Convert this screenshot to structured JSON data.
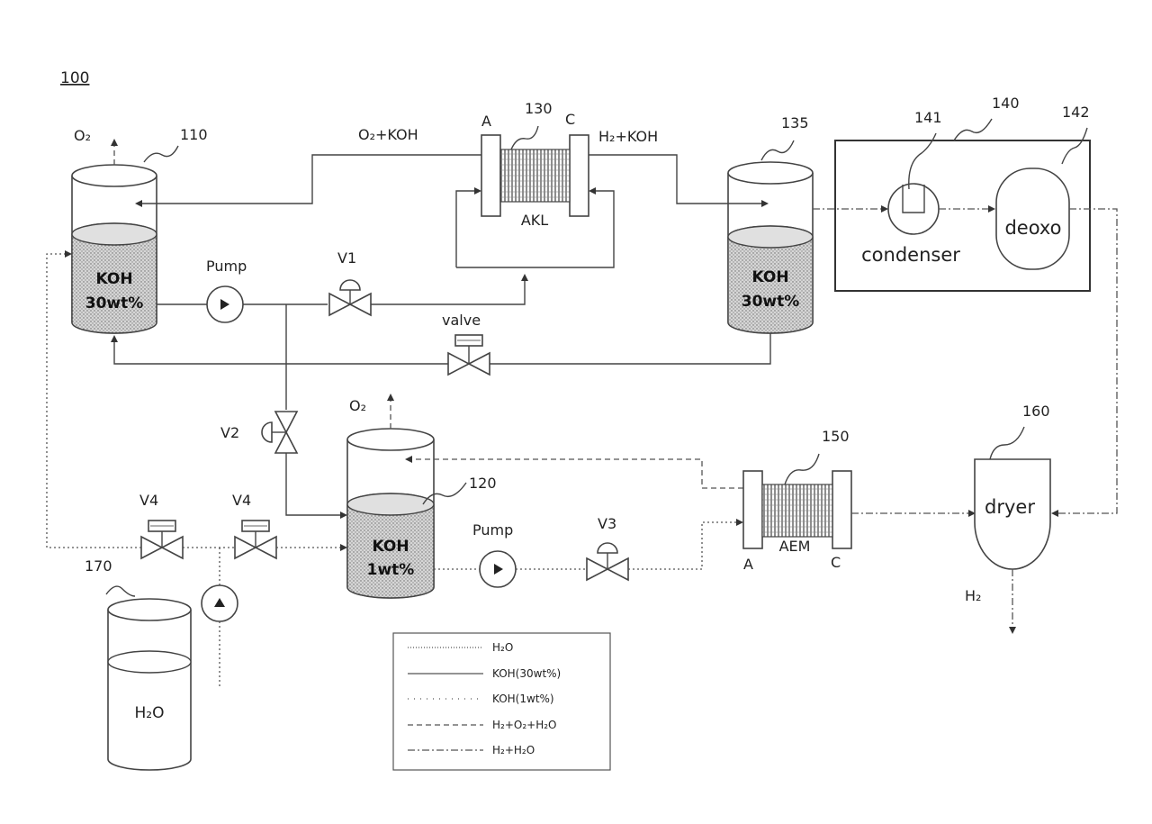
{
  "figure_number": "100",
  "refs": {
    "tank1": "110",
    "tank2": "120",
    "stack1": "130",
    "tank3": "135",
    "purifier": "140",
    "condenser": "141",
    "deoxo": "142",
    "stack2": "150",
    "dryer": "160",
    "water_tank": "170"
  },
  "labels": {
    "o2_tank1": "O₂",
    "o2_tank2": "O₂",
    "o2_koh": "O₂+KOH",
    "h2_koh": "H₂+KOH",
    "h2_out": "H₂",
    "anode1": "A",
    "cathode1": "C",
    "anode2": "A",
    "cathode2": "C",
    "akl": "AKL",
    "aem": "AEM",
    "pump1": "Pump",
    "pump2": "Pump",
    "v1": "V1",
    "v2": "V2",
    "v3": "V3",
    "v4a": "V4",
    "v4b": "V4",
    "valve": "valve",
    "condenser": "condenser",
    "deoxo": "deoxo",
    "dryer": "dryer",
    "water": "H₂O"
  },
  "tanks": {
    "tank1": {
      "line1": "KOH",
      "line2": "30wt%"
    },
    "tank3": {
      "line1": "KOH",
      "line2": "30wt%"
    },
    "tank2": {
      "line1": "KOH",
      "line2": "1wt%"
    }
  },
  "legend": [
    {
      "label": "H₂O",
      "style": "dotted"
    },
    {
      "label": "KOH(30wt%)",
      "style": "solid"
    },
    {
      "label": "KOH(1wt%)",
      "style": "sparse-dotted"
    },
    {
      "label": "H₂+O₂+H₂O",
      "style": "dashed"
    },
    {
      "label": "H₂+H₂O",
      "style": "dash-dot"
    }
  ]
}
